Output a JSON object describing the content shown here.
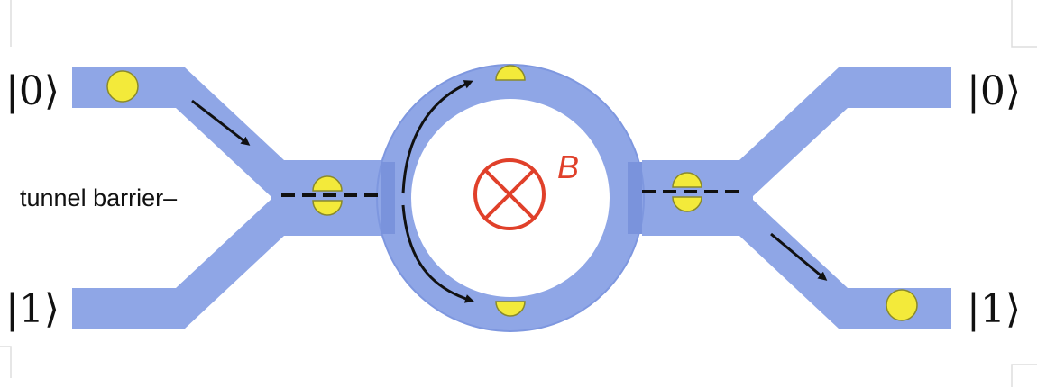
{
  "labels": {
    "input_top_ket": "|0⟩",
    "input_bottom_ket": "|1⟩",
    "output_top_ket": "|0⟩",
    "output_bottom_ket": "|1⟩",
    "tunnel_barrier": "tunnel barrier–",
    "magnetic_field": "B"
  },
  "icons": {
    "field_into_page": "circle-x-icon"
  },
  "colors": {
    "waveguide": "#8fa6e6",
    "waveguide_dark": "#6f8ad6",
    "particle": "#f3ea3a",
    "particle_edge": "#8a8a2a",
    "field": "#e0402a",
    "arrow": "#111111",
    "barrier": "#111111"
  }
}
